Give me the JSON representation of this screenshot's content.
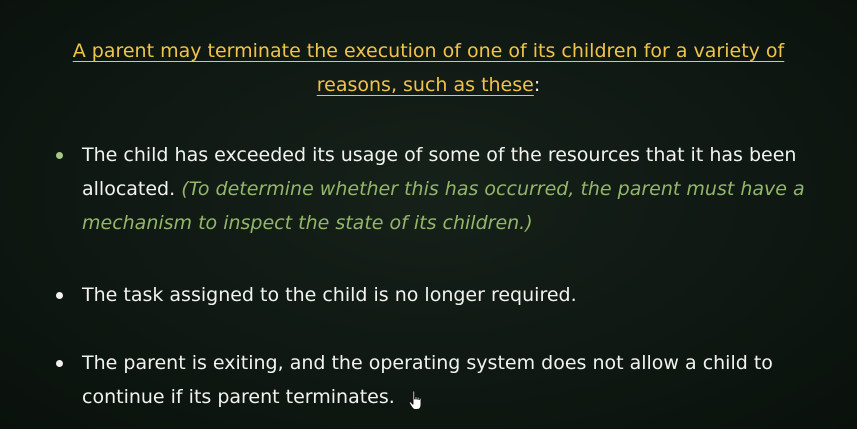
{
  "heading": {
    "text_line": "A parent may terminate the execution of one of its children for a variety of reasons, such as these",
    "colon": ":"
  },
  "bullets": [
    {
      "text": "The child has exceeded its usage of some of the resources that it has been allocated.",
      "note": "(To determine whether this has occurred, the parent must have a mechanism to inspect the state of its children.)"
    },
    {
      "text": "The task assigned to the child is no longer required."
    },
    {
      "text": "The parent is exiting, and the operating system does not allow a child to continue if its parent terminates."
    }
  ],
  "colors": {
    "background": "#0e1611",
    "heading": "#f0c34a",
    "note": "#93b66a",
    "text": "#f2f2ee"
  },
  "icons": {
    "cursor": "hand-pointer-icon"
  }
}
